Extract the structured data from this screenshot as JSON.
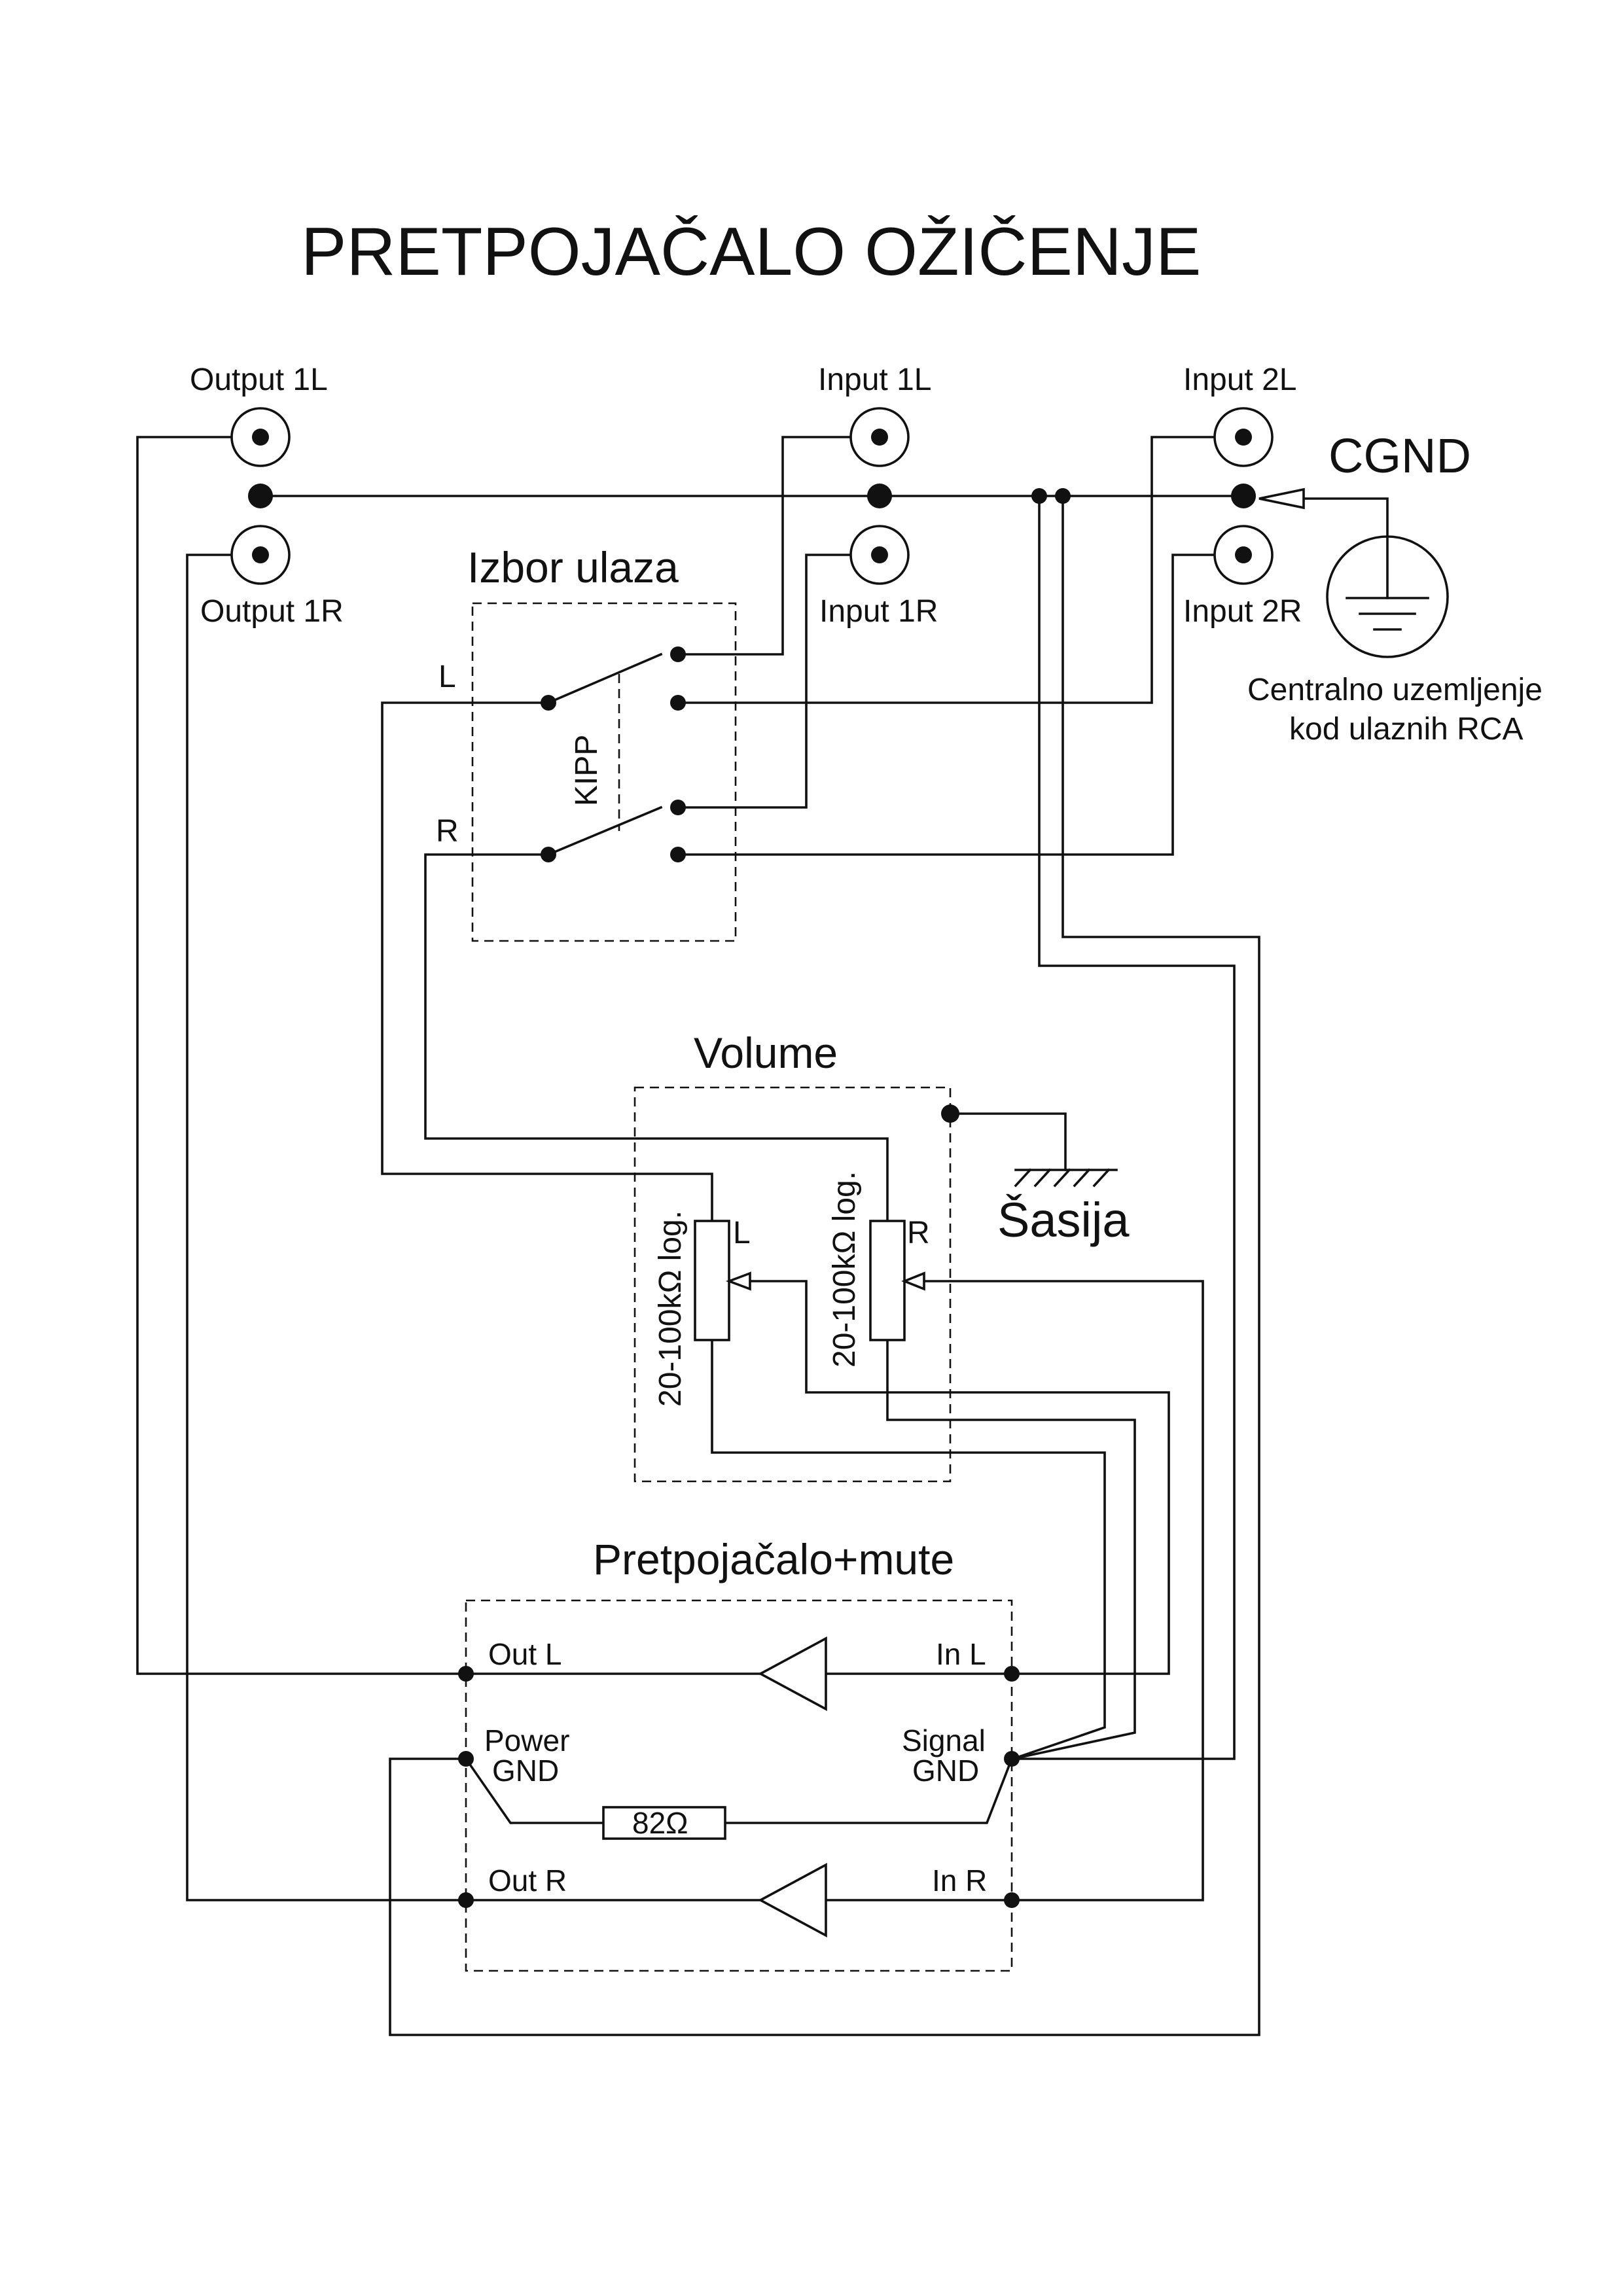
{
  "title": "PRETPOJAČALO OŽIČENJE",
  "connectors": {
    "output_1l": "Output 1L",
    "output_1r": "Output 1R",
    "input_1l": "Input 1L",
    "input_1r": "Input 1R",
    "input_2l": "Input 2L",
    "input_2r": "Input 2R"
  },
  "ground": {
    "cgnd": "CGND",
    "note_line1": "Centralno uzemljenje",
    "note_line2": "kod ulaznih RCA",
    "chassis": "Šasija"
  },
  "input_select": {
    "title": "Izbor ulaza",
    "switch": "KIPP",
    "left": "L",
    "right": "R"
  },
  "volume": {
    "title": "Volume",
    "pot_left_value": "20-100kΩ log.",
    "pot_right_value": "20-100kΩ log.",
    "pot_left_label": "L",
    "pot_right_label": "R"
  },
  "preamp": {
    "title": "Pretpojačalo+mute",
    "out_l": "Out L",
    "out_r": "Out R",
    "in_l": "In L",
    "in_r": "In R",
    "power_gnd_1": "Power",
    "power_gnd_2": "GND",
    "signal_gnd_1": "Signal",
    "signal_gnd_2": "GND",
    "resistor": "82Ω"
  }
}
